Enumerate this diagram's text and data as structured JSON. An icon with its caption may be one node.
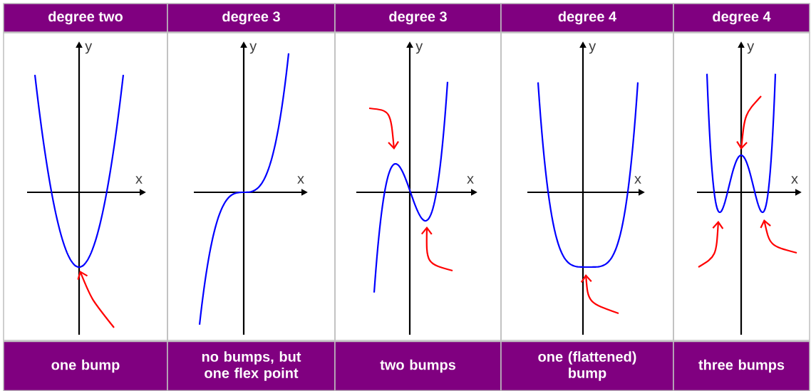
{
  "diagram": {
    "labels": [
      "degree two",
      "degree 3",
      "degree 3",
      "degree 4",
      "degree 4",
      "y",
      "x",
      "y",
      "x",
      "y",
      "x",
      "y",
      "x",
      "y",
      "x",
      "one bump",
      "no bumps, but one flex point",
      "two bumps",
      "one (flattened) bump",
      "three bumps"
    ]
  }
}
